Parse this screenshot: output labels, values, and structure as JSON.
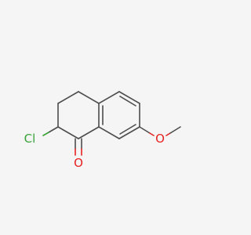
{
  "molecule": {
    "atoms": [
      {
        "id": "cl",
        "label": "Cl",
        "color": "#39a33a"
      },
      {
        "id": "o_ketone",
        "label": "O",
        "color": "#e52222"
      },
      {
        "id": "o_methoxy",
        "label": "O",
        "color": "#e52222"
      }
    ],
    "colors": {
      "bond": "#4d4d4d",
      "oxygen": "#e52222",
      "chlorine": "#39a33a",
      "background": "#f5f5f5"
    }
  }
}
